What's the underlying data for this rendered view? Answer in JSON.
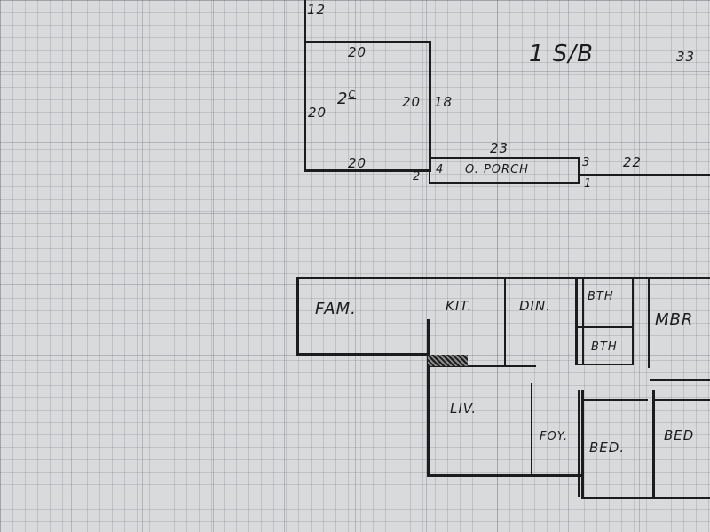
{
  "sketch": {
    "top_left_number": "12",
    "stories_label": "1 S/B",
    "far_right_number": "33"
  },
  "garage": {
    "label": "2",
    "label_superscript": "C",
    "dim_top": "20",
    "dim_bottom": "20",
    "dim_left": "20",
    "dim_right": "20",
    "dim_outer_right": "18"
  },
  "porch": {
    "label": "O. PORCH",
    "dim_top": "23",
    "dim_left_inner": "4",
    "dim_left_outer": "2",
    "dim_right_top": "3",
    "dim_right_bottom": "1",
    "dim_line_right": "22"
  },
  "rooms": {
    "family": "FAM.",
    "kitchen": "KIT.",
    "dining": "DIN.",
    "bath1": "BTH",
    "bath2": "BTH",
    "master_bedroom": "MBR",
    "living": "LIV.",
    "foyer": "FOY.",
    "bedroom1": "BED.",
    "bedroom2": "BED"
  }
}
